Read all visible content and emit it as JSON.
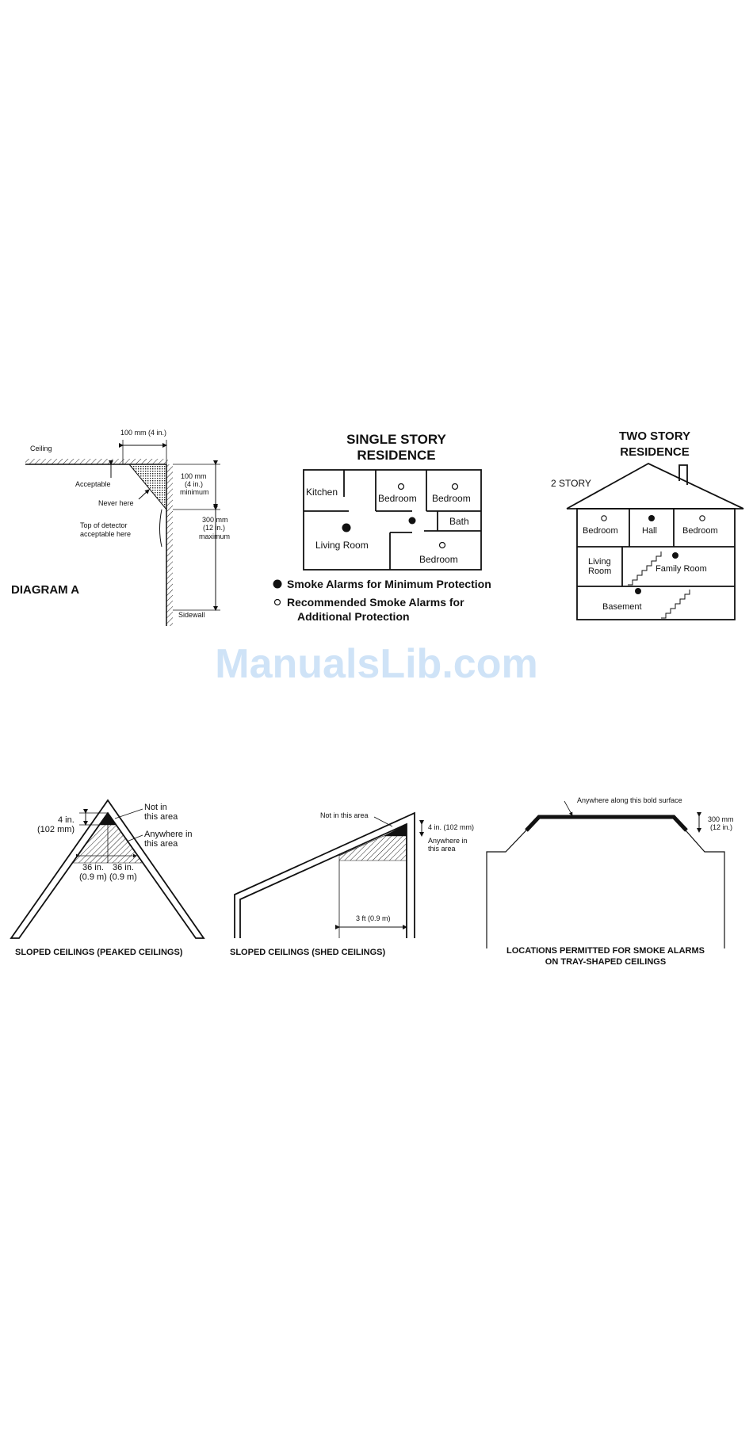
{
  "watermark": "ManualsLib.com",
  "diagram_a": {
    "title": "DIAGRAM A",
    "ceiling": "Ceiling",
    "top_dim": "100 mm (4 in.)",
    "acceptable": "Acceptable",
    "never_here": "Never here",
    "min_line1": "100 mm",
    "min_line2": "(4 in.)",
    "min_line3": "minimum",
    "top_detector_line1": "Top of detector",
    "top_detector_line2": "acceptable here",
    "max_line1": "300 mm",
    "max_line2": "(12 in.)",
    "max_line3": "maximum",
    "sidewall": "Sidewall"
  },
  "single_story": {
    "title_line1": "SINGLE STORY",
    "title_line2": "RESIDENCE",
    "kitchen": "Kitchen",
    "bedroom1": "Bedroom",
    "bedroom2": "Bedroom",
    "bath": "Bath",
    "living_room": "Living Room",
    "bedroom3": "Bedroom",
    "legend_min": "Smoke Alarms for Minimum Protection",
    "legend_rec_line1": "Recommended Smoke Alarms for",
    "legend_rec_line2": "Additional Protection"
  },
  "two_story": {
    "title_line1": "TWO STORY",
    "title_line2": "RESIDENCE",
    "story_label": "2 STORY",
    "bedroom_left": "Bedroom",
    "hall": "Hall",
    "bedroom_right": "Bedroom",
    "living_line1": "Living",
    "living_line2": "Room",
    "family_room": "Family Room",
    "basement": "Basement"
  },
  "peaked": {
    "top_dim_line1": "4 in.",
    "top_dim_line2": "(102 mm)",
    "not_line1": "Not in",
    "not_line2": "this area",
    "any_line1": "Anywhere in",
    "any_line2": "this area",
    "left_dim_line1": "36 in.",
    "left_dim_line2": "(0.9 m)",
    "right_dim_line1": "36 in.",
    "right_dim_line2": "(0.9 m)",
    "caption": "SLOPED CEILINGS (PEAKED CEILINGS)"
  },
  "shed": {
    "not_here": "Not in this area",
    "top_dim": "4 in. (102 mm)",
    "any_line1": "Anywhere in",
    "any_line2": "this area",
    "bottom_dim": "3 ft (0.9 m)",
    "caption": "SLOPED CEILINGS (SHED CEILINGS)"
  },
  "tray": {
    "anywhere": "Anywhere along this bold surface",
    "dim_line1": "300 mm",
    "dim_line2": "(12 in.)",
    "caption_line1": "LOCATIONS PERMITTED FOR SMOKE ALARMS",
    "caption_line2": "ON TRAY-SHAPED CEILINGS"
  }
}
